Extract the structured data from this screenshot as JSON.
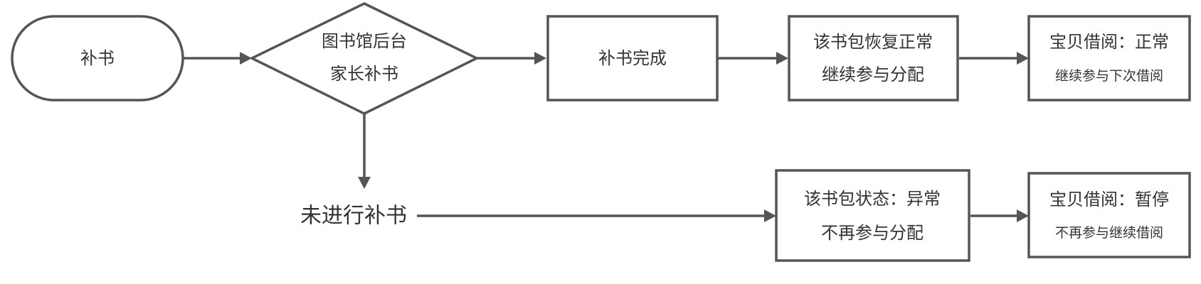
{
  "nodes": {
    "start": {
      "label": "补书"
    },
    "decision": {
      "line1": "图书馆后台",
      "line2": "家长补书"
    },
    "done": {
      "label": "补书完成"
    },
    "restore": {
      "line1": "该书包恢复正常",
      "line2": "继续参与分配"
    },
    "borrow_ok": {
      "line1": "宝贝借阅：正常",
      "line2": "继续参与下次借阅"
    },
    "not_done": {
      "label": "未进行补书"
    },
    "abnormal": {
      "line1": "该书包状态：异常",
      "line2": "不再参与分配"
    },
    "borrow_pause": {
      "line1": "宝贝借阅：暂停",
      "line2": "不再参与继续借阅"
    }
  },
  "colors": {
    "stroke": "#555555",
    "text": "#333333",
    "background": "#ffffff"
  }
}
